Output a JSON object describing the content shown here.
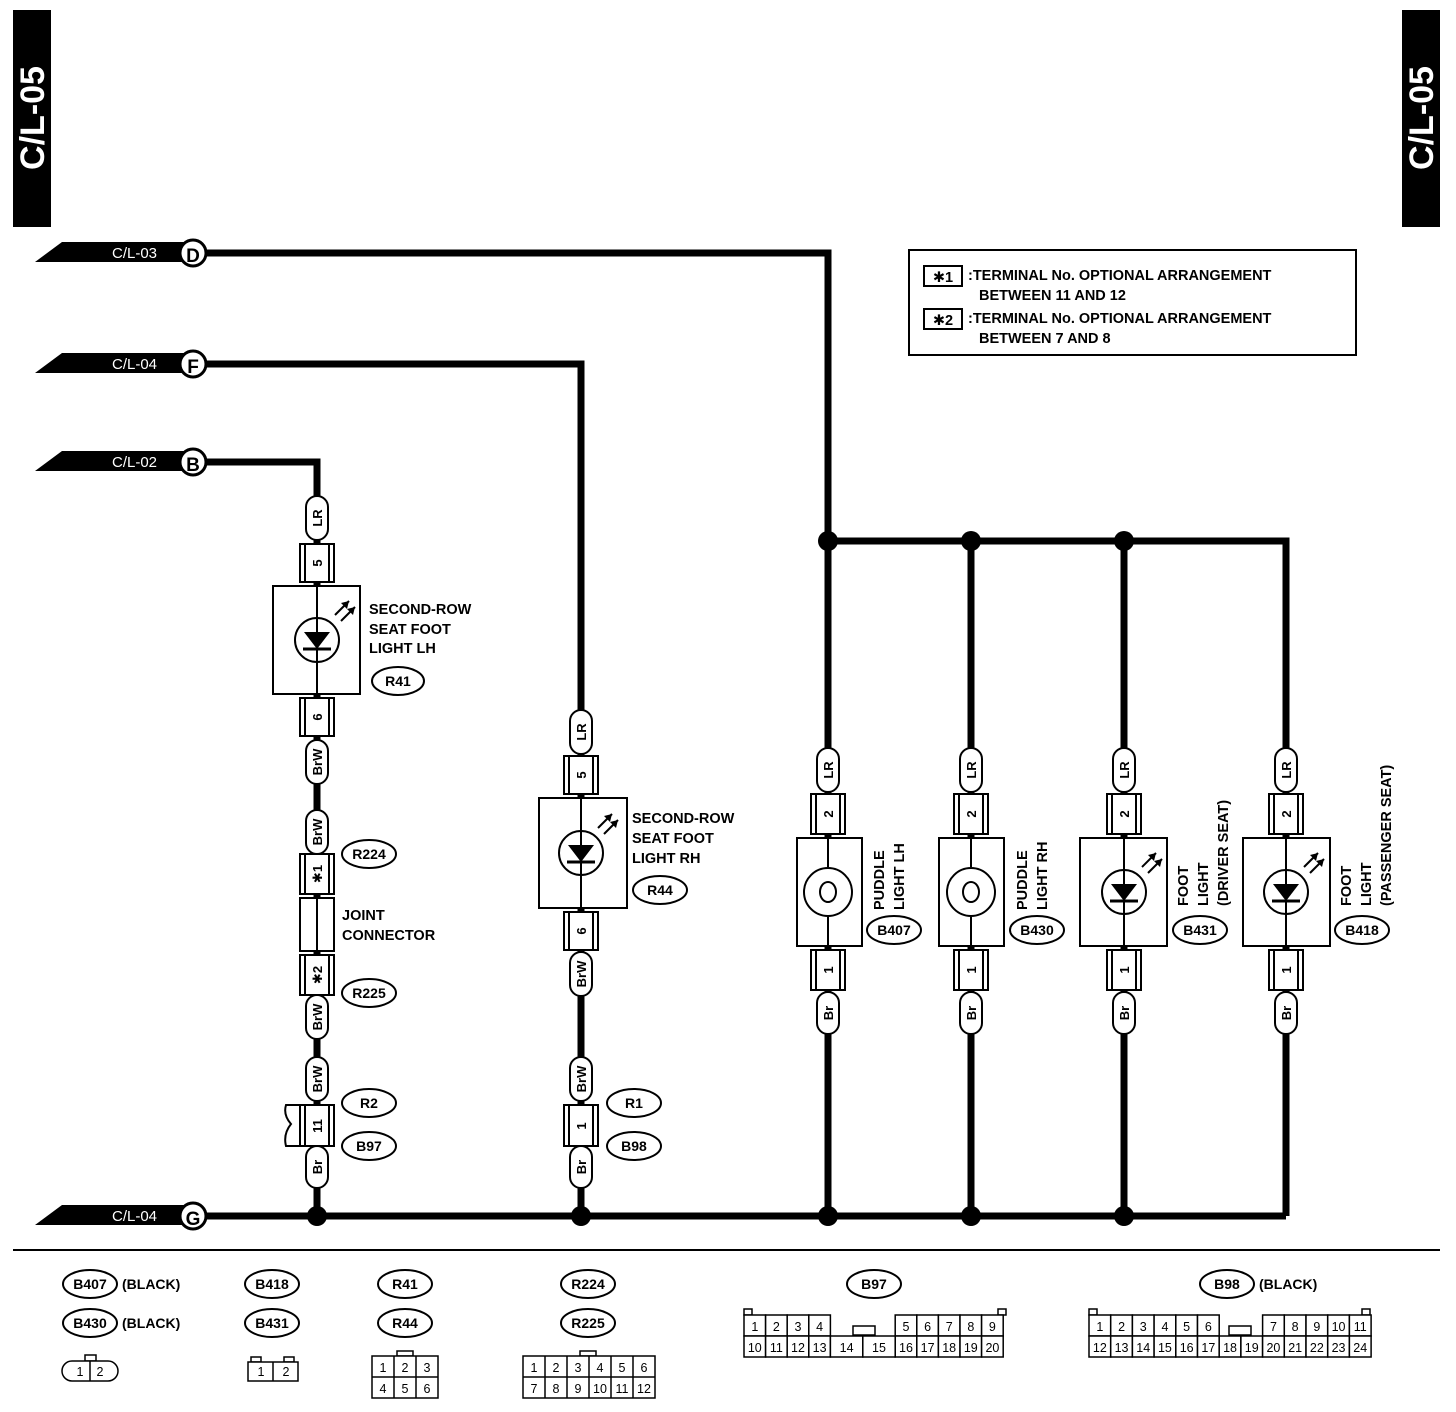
{
  "page_id": "C/L-05",
  "inputs": [
    {
      "ref": "C/L-03",
      "letter": "D"
    },
    {
      "ref": "C/L-04",
      "letter": "F"
    },
    {
      "ref": "C/L-02",
      "letter": "B"
    },
    {
      "ref": "C/L-04",
      "letter": "G"
    }
  ],
  "legend": {
    "items": [
      {
        "mark": "✱1",
        "line1": ":TERMINAL No. OPTIONAL ARRANGEMENT",
        "line2": "BETWEEN 11 AND 12"
      },
      {
        "mark": "✱2",
        "line1": ":TERMINAL No. OPTIONAL ARRANGEMENT",
        "line2": "BETWEEN 7 AND 8"
      }
    ]
  },
  "wires": {
    "LR": "LR",
    "BrW": "BrW",
    "Br": "Br"
  },
  "pins": {
    "p1": "1",
    "p2": "2",
    "p5": "5",
    "p6": "6",
    "p11": "11",
    "s1": "✱1",
    "s2": "✱2"
  },
  "components": {
    "r41": {
      "line1": "SECOND-ROW",
      "line2": "SEAT FOOT",
      "line3": "LIGHT LH",
      "conn": "R41"
    },
    "r44": {
      "line1": "SECOND-ROW",
      "line2": "SEAT FOOT",
      "line3": "LIGHT RH",
      "conn": "R44"
    },
    "joint": {
      "line1": "JOINT",
      "line2": "CONNECTOR",
      "conn_top": "R224",
      "conn_bottom": "R225"
    },
    "r2b97": {
      "conn1": "R2",
      "conn2": "B97"
    },
    "r1b98": {
      "conn1": "R1",
      "conn2": "B98"
    },
    "b407": {
      "line1": "PUDDLE",
      "line2": "LIGHT LH",
      "conn": "B407"
    },
    "b430": {
      "line1": "PUDDLE",
      "line2": "LIGHT RH",
      "conn": "B430"
    },
    "b431": {
      "line1": "FOOT",
      "line2": "LIGHT",
      "line3": "(DRIVER SEAT)",
      "conn": "B431"
    },
    "b418": {
      "line1": "FOOT",
      "line2": "LIGHT",
      "line3": "(PASSENGER SEAT)",
      "conn": "B418"
    }
  },
  "connector_table": {
    "black": "(BLACK)",
    "c1": {
      "a": "B407",
      "b": "B430",
      "pins": [
        "1",
        "2"
      ]
    },
    "c2": {
      "a": "B418",
      "b": "B431",
      "pins": [
        "1",
        "2"
      ]
    },
    "c3": {
      "a": "R41",
      "b": "R44",
      "rows": [
        [
          "1",
          "2",
          "3"
        ],
        [
          "4",
          "5",
          "6"
        ]
      ]
    },
    "c4": {
      "a": "R224",
      "b": "R225",
      "rows": [
        [
          "1",
          "2",
          "3",
          "4",
          "5",
          "6"
        ],
        [
          "7",
          "8",
          "9",
          "10",
          "11",
          "12"
        ]
      ]
    },
    "c5": {
      "a": "B97",
      "top": [
        "1",
        "2",
        "3",
        "4",
        "5",
        "6",
        "7",
        "8",
        "9"
      ],
      "mid": [
        "14",
        "15"
      ],
      "bottom": [
        "10",
        "11",
        "12",
        "13",
        "16",
        "17",
        "18",
        "19",
        "20"
      ]
    },
    "c6": {
      "a": "B98",
      "top": [
        "1",
        "2",
        "3",
        "4",
        "5",
        "6",
        "7",
        "8",
        "9",
        "10",
        "11"
      ],
      "bottom": [
        "12",
        "13",
        "14",
        "15",
        "16",
        "17",
        "18",
        "19",
        "20",
        "21",
        "22",
        "23",
        "24"
      ]
    }
  }
}
